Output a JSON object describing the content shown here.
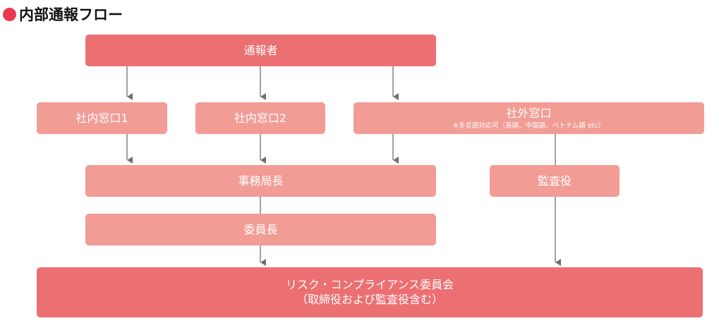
{
  "title": {
    "text": "内部通報フロー",
    "dot_color": "#e8394f"
  },
  "colors": {
    "dark_box": "#ec6f72",
    "light_box": "#f19c95",
    "connector": "#6f6f6f"
  },
  "nodes": {
    "reporter": {
      "label": "通報者"
    },
    "internal_1": {
      "label": "社内窓口1"
    },
    "internal_2": {
      "label": "社内窓口2"
    },
    "external": {
      "label": "社外窓口",
      "note": "※多言語対応可（英語、中国語、ベトナム語 etc）"
    },
    "secretariat": {
      "label": "事務局長"
    },
    "auditor": {
      "label": "監査役"
    },
    "chairman": {
      "label": "委員長"
    },
    "committee": {
      "label": "リスク・コンプライアンス委員会",
      "sub": "（取締役および監査役含む）"
    }
  }
}
